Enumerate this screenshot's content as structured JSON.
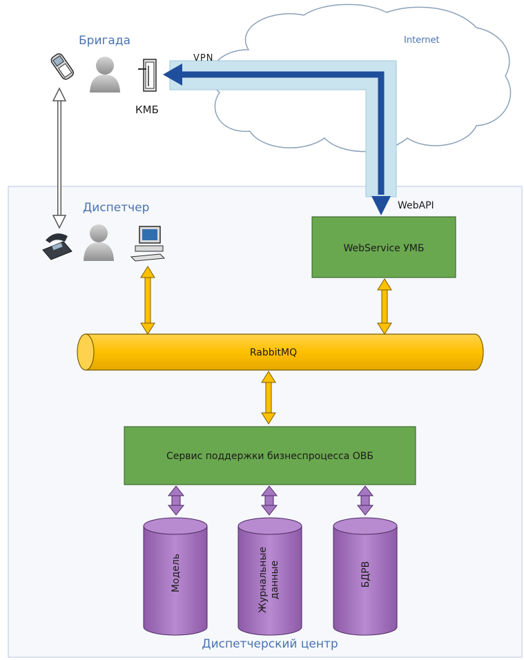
{
  "labels": {
    "brigade": "Бригада",
    "kmb": "КМБ",
    "vpn": "VPN",
    "internet": "Internet",
    "webapi": "WebAPI",
    "dispatcher": "Диспетчер",
    "center": "Диспетчерский центр"
  },
  "boxes": {
    "webservice": "WebService УМБ",
    "rabbitmq": "RabbitMQ",
    "business": "Сервис поддержки бизнеспроцесса ОВБ"
  },
  "databases": {
    "model": "Модель",
    "journal_line1": "Журнальные",
    "journal_line2": "данные",
    "bdrv": "БДРВ"
  },
  "colors": {
    "green_box": "#6aa84f",
    "yellow_bus": "#ffc000",
    "purple_db": "#a678c2",
    "frame_bg": "#f6f8fc",
    "vpn_band": "#c9e4ee",
    "vpn_arrow": "#1f4e9c",
    "label_blue": "#4a72b0"
  }
}
